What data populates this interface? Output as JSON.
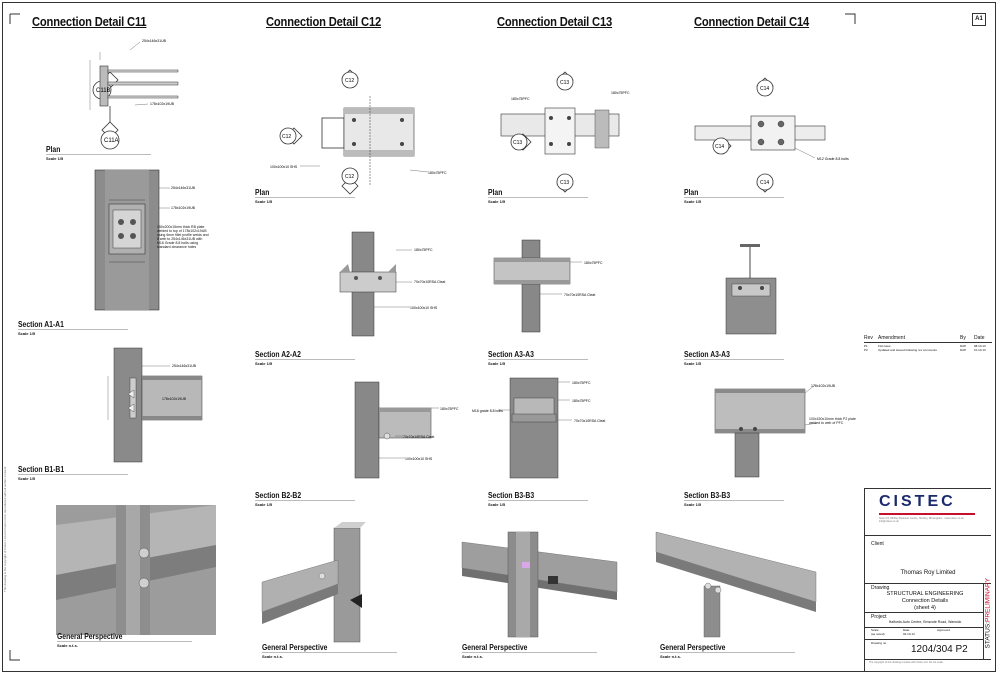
{
  "sheet": {
    "size_badge": "A1",
    "left_margin_text": "This drawing is the copyright of Cistec Ltd and must not be reproduced without written consent"
  },
  "details": [
    {
      "title": "Connection Detail C11",
      "plan_label": "Plan",
      "plan_scale": "Scale 1/5",
      "section1_label": "Section A1-A1",
      "section1_scale": "Scale 1/5",
      "section2_label": "Section B1-B1",
      "section2_scale": "Scale 1/5",
      "perspective_label": "General Perspective",
      "perspective_scale": "Scale n.t.s.",
      "callouts": [
        "254x146x31UB",
        "178x102x19UB",
        "C11B",
        "C11A",
        "150x200x15mm thick RB plate welded to top of 178x102x19UB using 6mm fillet profile welds and 8 web to 254x146x31UB with M16 Grade 8.8 bolts using standard clearance holes"
      ]
    },
    {
      "title": "Connection Detail C12",
      "plan_label": "Plan",
      "plan_scale": "Scale 1/5",
      "section1_label": "Section A2-A2",
      "section1_scale": "Scale 1/5",
      "section2_label": "Section B2-B2",
      "section2_scale": "Scale 1/5",
      "perspective_label": "General Perspective",
      "perspective_scale": "Scale n.t.s.",
      "callouts": [
        "C12",
        "C12",
        "C12",
        "100x100x10 SHS",
        "180x75PFC",
        "70x70x10RSA Cleat"
      ]
    },
    {
      "title": "Connection Detail C13",
      "plan_label": "Plan",
      "plan_scale": "Scale 1/5",
      "section1_label": "Section A3-A3",
      "section1_scale": "Scale 1/5",
      "section2_label": "Section B3-B3",
      "section2_scale": "Scale 1/5",
      "perspective_label": "General Perspective",
      "perspective_scale": "Scale n.t.s.",
      "callouts": [
        "C13",
        "C13",
        "C13",
        "180x75PFC",
        "70x70x10RSA Cleat",
        "M16 grade 8.8 bolts"
      ]
    },
    {
      "title": "Connection Detail C14",
      "plan_label": "Plan",
      "plan_scale": "Scale 1/5",
      "section1_label": "Section A3-A3",
      "section1_scale": "Scale 1/5",
      "section2_label": "Section B3-B3",
      "section2_scale": "Scale 1/5",
      "perspective_label": "General Perspective",
      "perspective_scale": "Scale n.t.s.",
      "callouts": [
        "C14",
        "C14",
        "C14",
        "M12 Grade 8.8 bolts",
        "178x102x19UB",
        "100x150x10mm thick P2 plate welded to web of PFC"
      ]
    }
  ],
  "revisions": {
    "headers": [
      "Rev",
      "Amendment",
      "By",
      "Date"
    ],
    "rows": [
      [
        "P1",
        "Fist issue",
        "DAP",
        "08.10.13"
      ],
      [
        "P2",
        "Updated and issued following rev comments",
        "DAP",
        "10.10.13"
      ]
    ]
  },
  "title_block": {
    "logo": "CISTEC",
    "address": "Suite 2/3, Whitley Business Centre, Hockley, Birmingham · www.cistec.co.uk · info@cistec.co.uk",
    "client_label": "Client",
    "client_name": "Thomas Roy Limited",
    "drawing_label": "Drawing",
    "drawing_line1": "STRUCTURAL ENGINEERING",
    "drawing_line2": "Connection Details",
    "drawing_line3": "(sheet 4)",
    "project_label": "Project",
    "project_name": "Halfords Auto Centre, Emscote Road, Warwick",
    "scale_label": "Scale",
    "scale_value": "(as noted)",
    "date_label": "Date",
    "date_value": "02.10.13",
    "approved_label": "Approved",
    "drawing_no_label": "Drawing no.",
    "drawing_no": "1204/304 P2",
    "status_label": "STATUS:",
    "status_value": "PRELIMINARY",
    "footer": "The copyright of this drawing remains with Cistec Ltd. Do not scale."
  }
}
